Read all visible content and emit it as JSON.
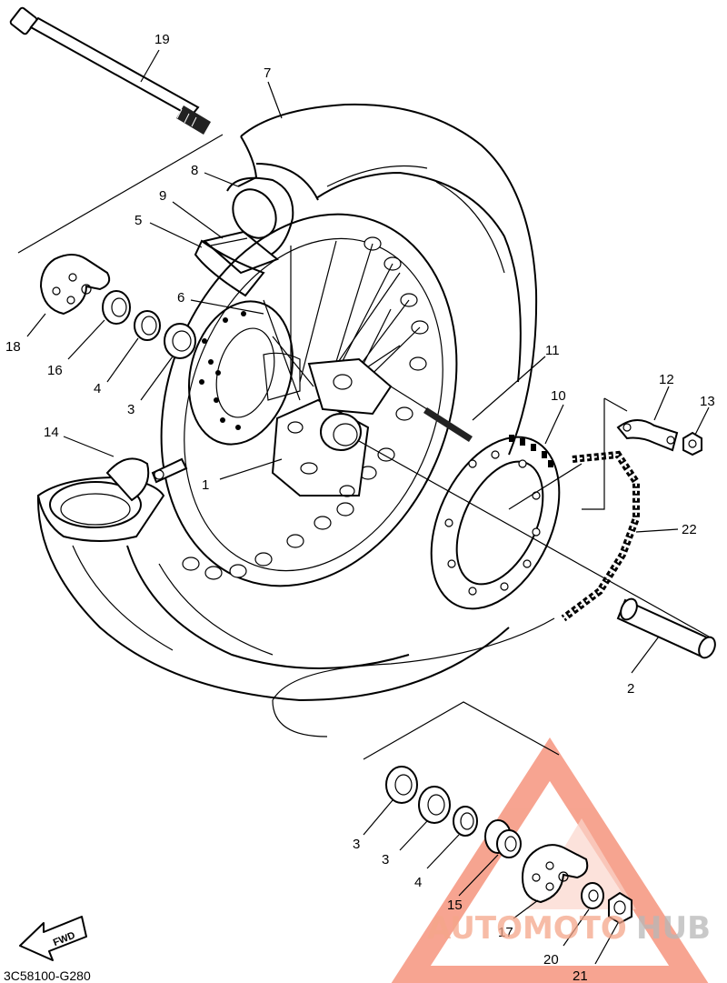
{
  "callouts": [
    {
      "id": "19",
      "text": "19"
    },
    {
      "id": "7",
      "text": "7"
    },
    {
      "id": "8",
      "text": "8"
    },
    {
      "id": "9",
      "text": "9"
    },
    {
      "id": "5",
      "text": "5"
    },
    {
      "id": "18",
      "text": "18"
    },
    {
      "id": "16",
      "text": "16"
    },
    {
      "id": "4a",
      "text": "4"
    },
    {
      "id": "3a",
      "text": "3"
    },
    {
      "id": "6",
      "text": "6"
    },
    {
      "id": "14",
      "text": "14"
    },
    {
      "id": "1",
      "text": "1"
    },
    {
      "id": "11",
      "text": "11"
    },
    {
      "id": "10",
      "text": "10"
    },
    {
      "id": "12",
      "text": "12"
    },
    {
      "id": "13",
      "text": "13"
    },
    {
      "id": "22",
      "text": "22"
    },
    {
      "id": "2",
      "text": "2"
    },
    {
      "id": "3b",
      "text": "3"
    },
    {
      "id": "3c",
      "text": "3"
    },
    {
      "id": "4b",
      "text": "4"
    },
    {
      "id": "15",
      "text": "15"
    },
    {
      "id": "17",
      "text": "17"
    },
    {
      "id": "20",
      "text": "20"
    },
    {
      "id": "21",
      "text": "21"
    }
  ],
  "fwd_label": "FWD",
  "diagram_code": "3C58100-G280",
  "watermark": {
    "part1": "AUTOMOTO",
    "part2": "HUB",
    "color_primary": "#f05a36",
    "color_secondary": "#9a9a9a"
  }
}
